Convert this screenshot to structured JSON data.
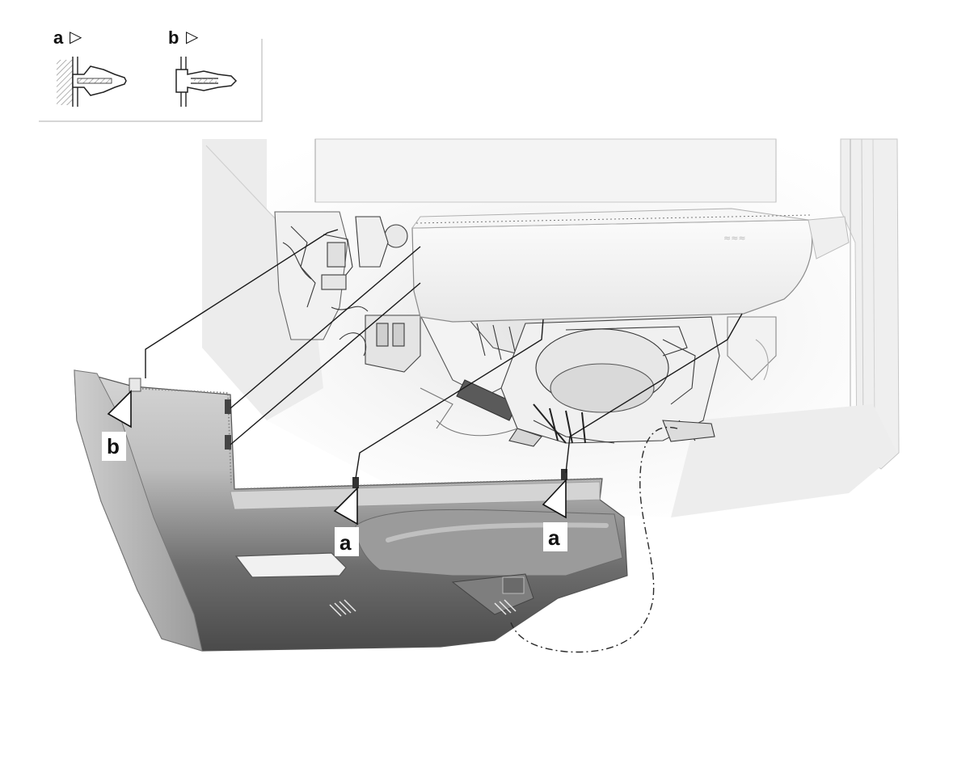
{
  "legend": {
    "items": [
      {
        "key": "a",
        "symbol": "▷",
        "clip_type": "push-pin-clip"
      },
      {
        "key": "b",
        "symbol": "▷",
        "clip_type": "spring-clip"
      }
    ]
  },
  "callouts": [
    {
      "letter": "b"
    },
    {
      "letter": "a"
    },
    {
      "letter": "a"
    }
  ],
  "colors": {
    "panel_dark": "#5a5a5a",
    "panel_light": "#d9d9d9",
    "dash_bay": "#e9e9e9",
    "line": "#1a1a1a"
  }
}
